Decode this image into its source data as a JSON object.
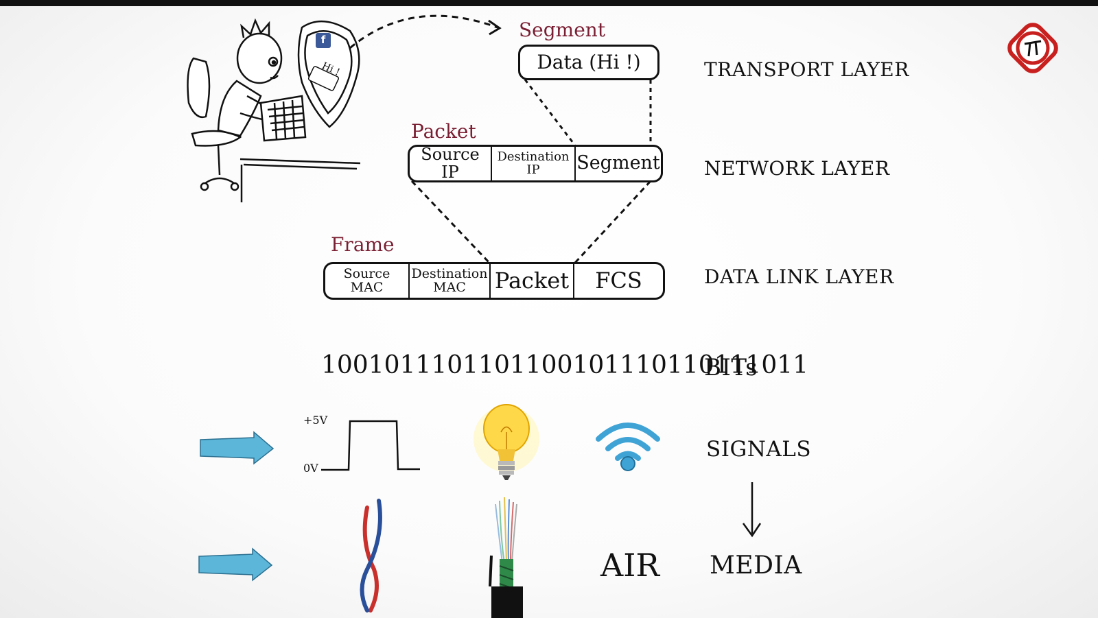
{
  "layers": {
    "transport": "TRANSPORT LAYER",
    "network": "NETWORK LAYER",
    "datalink": "DATA LINK LAYER",
    "bits": "BITs",
    "signals": "SIGNALS",
    "media": "MEDIA"
  },
  "segment": {
    "title": "Segment",
    "data": "Data (Hi !)"
  },
  "packet": {
    "title": "Packet",
    "fields": [
      "Source IP",
      "Destination IP",
      "Segment"
    ]
  },
  "frame": {
    "title": "Frame",
    "fields": [
      "Source MAC",
      "Destination MAC",
      "Packet",
      "FCS"
    ]
  },
  "bit_string": "1001011101101100101110110111011",
  "signal_wave": {
    "high": "+5V",
    "low": "0V"
  },
  "monitor": {
    "message": "Hi !",
    "badge": "f"
  },
  "media_air": "AIR",
  "colors": {
    "accent_red": "#7a1f33",
    "arrow_blue": "#5bb6d9",
    "wifi_blue": "#3fa3d6"
  }
}
